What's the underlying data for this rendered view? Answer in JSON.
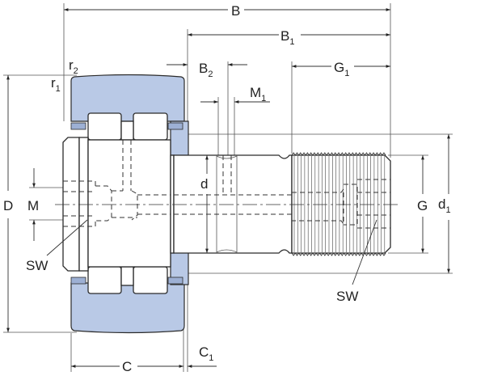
{
  "drawing": {
    "subject": "cam follower (track roller) with threaded stud, cross-section",
    "colors": {
      "outer_ring_fill": "#b9c9e6",
      "line": "#2b2b2b",
      "background": "#ffffff"
    },
    "dimensions": {
      "B": {
        "main": "B",
        "sub": ""
      },
      "B1": {
        "main": "B",
        "sub": "1"
      },
      "B2": {
        "main": "B",
        "sub": "2"
      },
      "G1": {
        "main": "G",
        "sub": "1"
      },
      "M1": {
        "main": "M",
        "sub": "1"
      },
      "r1": {
        "main": "r",
        "sub": "1"
      },
      "r2": {
        "main": "r",
        "sub": "2"
      },
      "D": {
        "main": "D",
        "sub": ""
      },
      "M": {
        "main": "M",
        "sub": ""
      },
      "d": {
        "main": "d",
        "sub": ""
      },
      "G": {
        "main": "G",
        "sub": ""
      },
      "d1": {
        "main": "d",
        "sub": "1"
      },
      "C": {
        "main": "C",
        "sub": ""
      },
      "C1": {
        "main": "C",
        "sub": "1"
      }
    },
    "callouts": {
      "sw_left": "SW",
      "sw_right": "SW"
    }
  }
}
